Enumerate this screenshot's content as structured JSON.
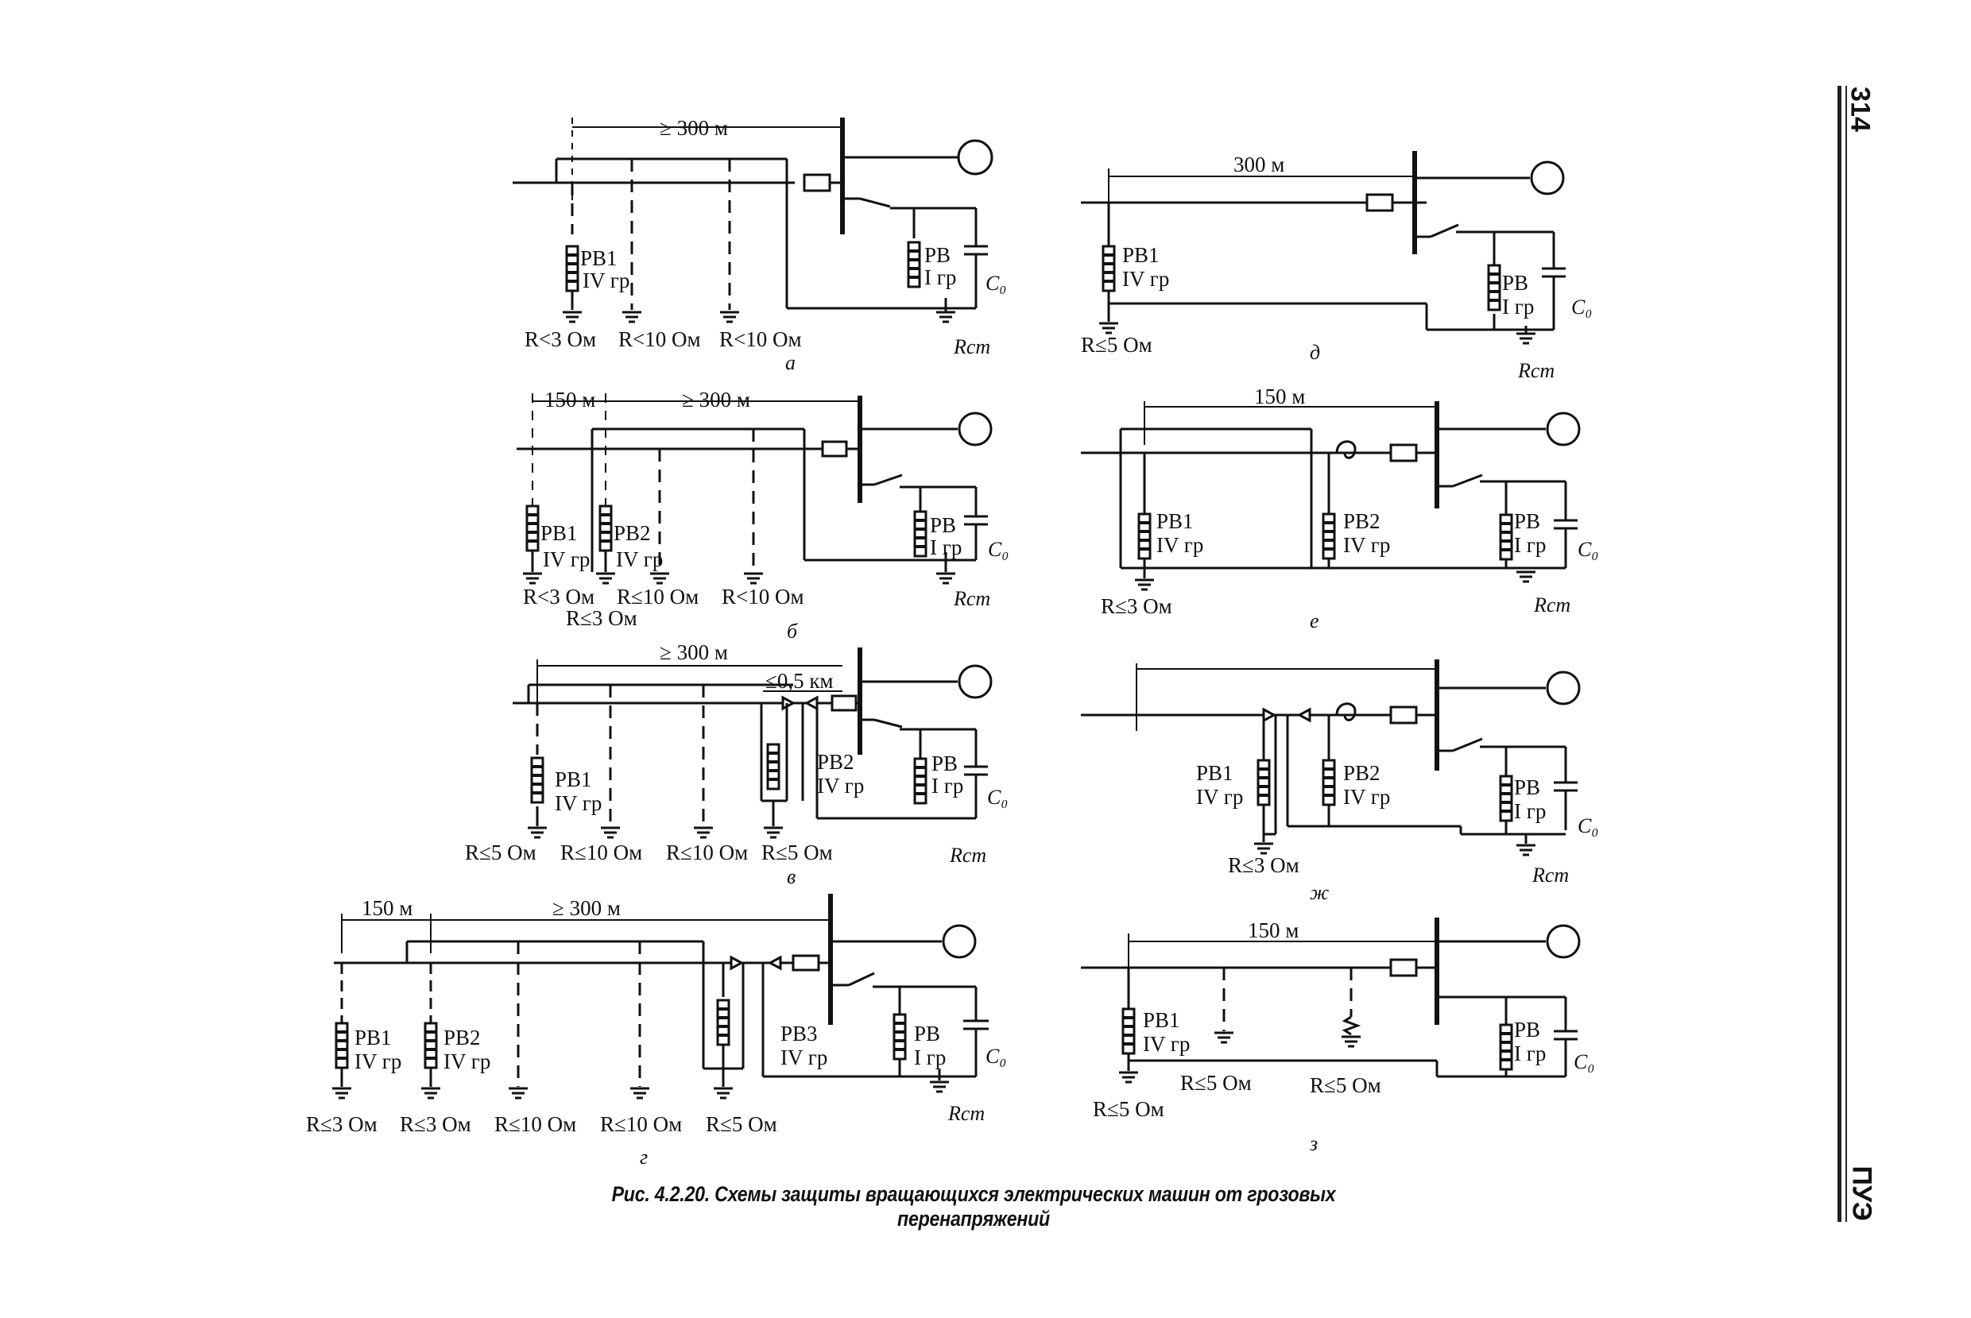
{
  "page_number": "314",
  "book_tag": "ПУЭ",
  "caption": "Рис. 4.2.20. Схемы защиты вращающихся электрических машин от грозовых перенапряжений",
  "panels": {
    "a": {
      "letter": "а",
      "dist": "≥ 300 м",
      "rb1": "РВ1",
      "rb1_grp": "IV гр",
      "rb": "РВ",
      "rb_grp": "I гр",
      "c0": "C₀",
      "rst": "Rст",
      "r1": "R<3 Ом",
      "r2": "R<10 Ом",
      "r3": "R<10 Ом"
    },
    "b": {
      "letter": "б",
      "dist1": "150 м",
      "dist2": "≥ 300 м",
      "rb1": "РВ1",
      "rb1_grp": "IV гр",
      "rb2": "РВ2",
      "rb2_grp": "IV гр",
      "rb": "РВ",
      "rb_grp": "I гр",
      "c0": "C₀",
      "rst": "Rст",
      "r1": "R<3 Ом",
      "r2": "R≤10 Ом",
      "r3": "R<10 Ом",
      "r4": "R≤3 Ом"
    },
    "v": {
      "letter": "в",
      "dist": "≥ 300 м",
      "dist2": "≤0,5 км",
      "rb1": "РВ1",
      "rb1_grp": "IV гр",
      "rb2": "РВ2",
      "rb2_grp": "IV гр",
      "rb": "РВ",
      "rb_grp": "I гр",
      "c0": "C₀",
      "rst": "Rст",
      "r1": "R≤5 Ом",
      "r2": "R≤10 Ом",
      "r3": "R≤10 Ом",
      "r4": "R≤5 Ом"
    },
    "g": {
      "letter": "г",
      "dist1": "150 м",
      "dist2": "≥ 300 м",
      "rb1": "РВ1",
      "rb1_grp": "IV гр",
      "rb2": "РВ2",
      "rb2_grp": "IV гр",
      "rb3": "РВ3",
      "rb3_grp": "IV гр",
      "rb": "РВ",
      "rb_grp": "I гр",
      "c0": "C₀",
      "rst": "Rст",
      "r1": "R≤3 Ом",
      "r2": "R≤3 Ом",
      "r3": "R≤10 Ом",
      "r4": "R≤10 Ом",
      "r5": "R≤5 Ом"
    },
    "d": {
      "letter": "д",
      "dist": "300 м",
      "rb1": "РВ1",
      "rb1_grp": "IV гр",
      "rb": "РВ",
      "rb_grp": "I гр",
      "c0": "C₀",
      "rst": "Rст",
      "r1": "R≤5 Ом"
    },
    "e": {
      "letter": "е",
      "dist": "150 м",
      "rb1": "РВ1",
      "rb1_grp": "IV гр",
      "rb2": "РВ2",
      "rb2_grp": "IV гр",
      "rb": "РВ",
      "rb_grp": "I гр",
      "c0": "C₀",
      "rst": "Rст",
      "r1": "R≤3 Ом"
    },
    "zh": {
      "letter": "ж",
      "rb1": "РВ1",
      "rb1_grp": "IV гр",
      "rb2": "РВ2",
      "rb2_grp": "IV гр",
      "rb": "РВ",
      "rb_grp": "I гр",
      "c0": "C₀",
      "rst": "Rст",
      "r1": "R≤3 Ом"
    },
    "z": {
      "letter": "з",
      "dist": "150 м",
      "rb1": "РВ1",
      "rb1_grp": "IV гр",
      "rb": "РВ",
      "rb_grp": "I гр",
      "c0": "C₀",
      "r1": "R≤5 Ом",
      "r2": "R≤5 Ом",
      "r3": "R≤5 Ом"
    }
  }
}
